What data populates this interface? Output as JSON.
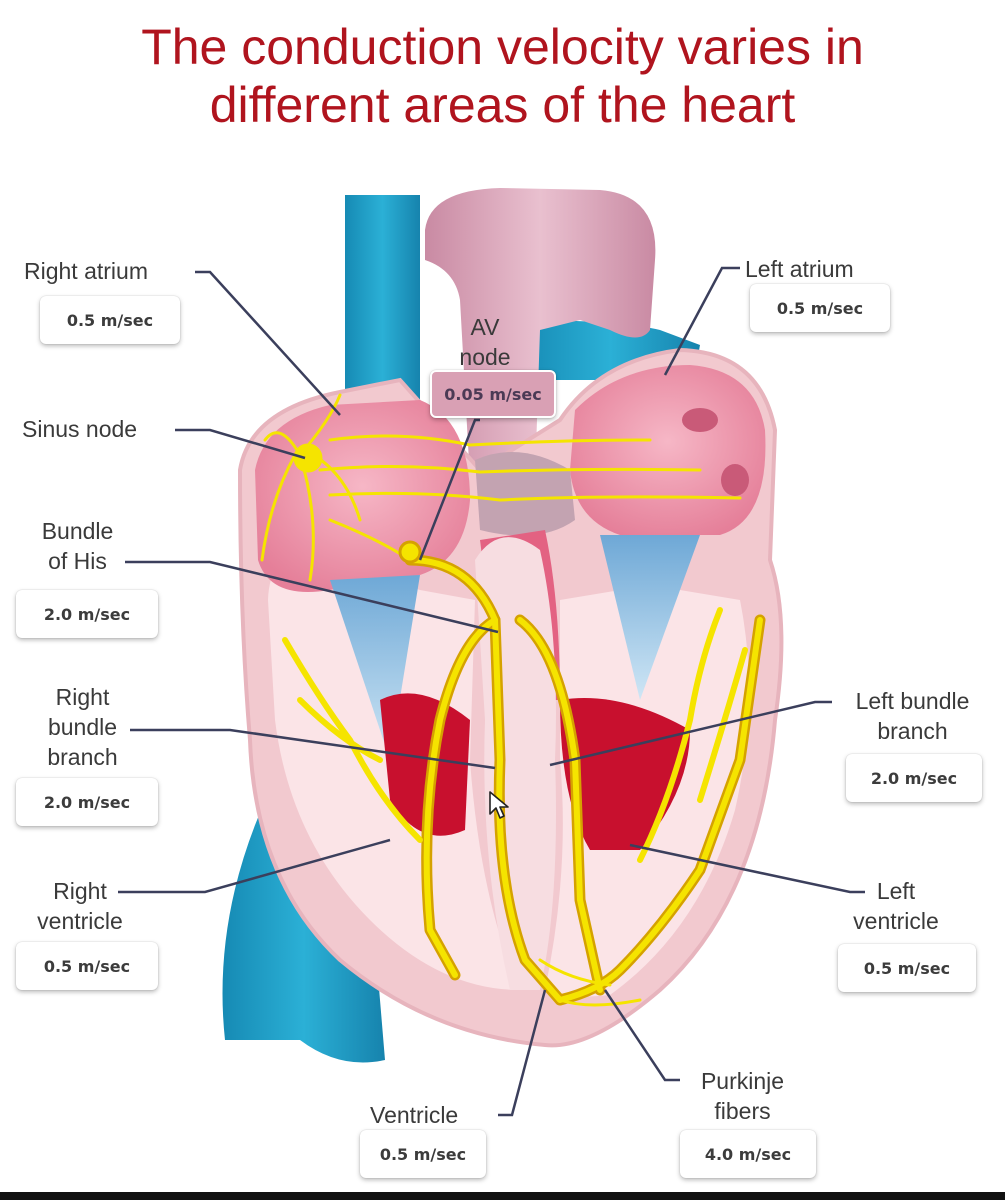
{
  "title": {
    "line1": "The conduction velocity varies in",
    "line2": "different areas of the heart"
  },
  "regions": {
    "right_atrium": {
      "label": "Right atrium",
      "velocity": "0.5 m/sec"
    },
    "left_atrium": {
      "label": "Left atrium",
      "velocity": "0.5 m/sec"
    },
    "av_node": {
      "label_1": "AV",
      "label_2": "node",
      "velocity": "0.05 m/sec"
    },
    "sinus_node": {
      "label": "Sinus node"
    },
    "bundle_of_his": {
      "label_1": "Bundle",
      "label_2": "of His",
      "velocity": "2.0 m/sec"
    },
    "right_bundle_branch": {
      "label_1": "Right",
      "label_2": "bundle",
      "label_3": "branch",
      "velocity": "2.0 m/sec"
    },
    "left_bundle_branch": {
      "label_1": "Left bundle",
      "label_2": "branch",
      "velocity": "2.0 m/sec"
    },
    "right_ventricle": {
      "label_1": "Right",
      "label_2": "ventricle",
      "velocity": "0.5 m/sec"
    },
    "left_ventricle": {
      "label_1": "Left",
      "label_2": "ventricle",
      "velocity": "0.5 m/sec"
    },
    "ventricle": {
      "label": "Ventricle",
      "velocity": "0.5 m/sec"
    },
    "purkinje_fibers": {
      "label_1": "Purkinje",
      "label_2": "fibers",
      "velocity": "4.0 m/sec"
    }
  },
  "colors": {
    "title": "#b0141e",
    "vessel_blue": "#1f9bc4",
    "atrium_pink": "#e98aa2",
    "aorta_pink": "#d9a0b4",
    "myocardium_red": "#c8102e",
    "conduction_yellow": "#f5e400",
    "leader_line": "#3b3f5c"
  }
}
